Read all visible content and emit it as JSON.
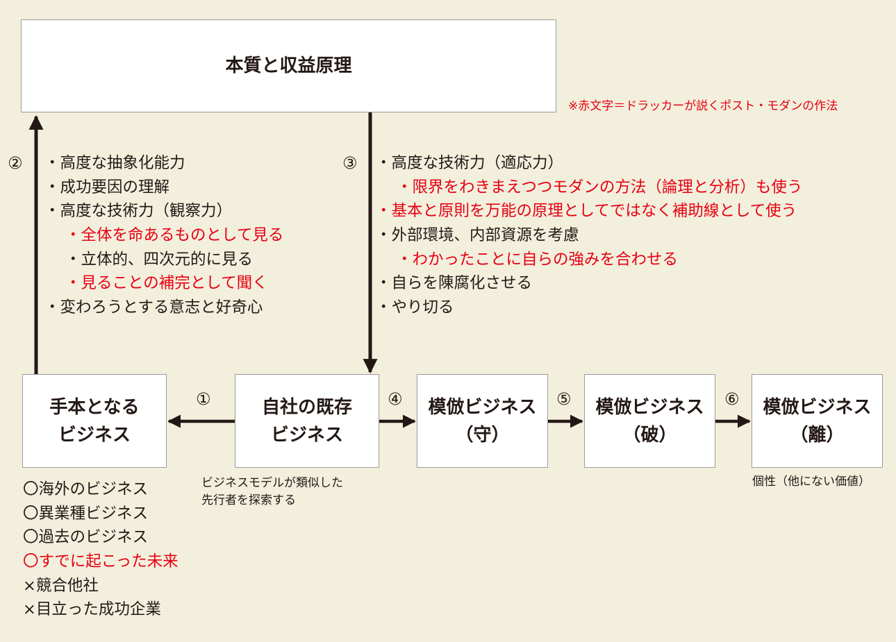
{
  "colors": {
    "background": "#f3efdd",
    "accent_red": "#e60012",
    "text": "#231815"
  },
  "top_box": {
    "title": "本質と収益原理"
  },
  "legend_note": "※赤文字＝ドラッカーが説くポスト・モダンの作法",
  "labels": {
    "n1": "①",
    "n2": "②",
    "n3": "③",
    "n4": "④",
    "n5": "⑤",
    "n6": "⑥"
  },
  "left_list": [
    {
      "text": "・高度な抽象化能力",
      "red": false,
      "indent": false
    },
    {
      "text": "・成功要因の理解",
      "red": false,
      "indent": false
    },
    {
      "text": "・高度な技術力（観察力）",
      "red": false,
      "indent": false
    },
    {
      "text": "・全体を命あるものとして見る",
      "red": true,
      "indent": true
    },
    {
      "text": "・立体的、四次元的に見る",
      "red": false,
      "indent": true
    },
    {
      "text": "・見ることの補完として聞く",
      "red": true,
      "indent": true
    },
    {
      "text": "・変わろうとする意志と好奇心",
      "red": false,
      "indent": false
    }
  ],
  "right_list": [
    {
      "text": "・高度な技術力（適応力）",
      "red": false,
      "indent": false
    },
    {
      "text": "・限界をわきまえつつモダンの方法（論理と分析）も使う",
      "red": true,
      "indent": true
    },
    {
      "text": "・基本と原則を万能の原理としてではなく補助線として使う",
      "red": true,
      "indent": false
    },
    {
      "text": "・外部環境、内部資源を考慮",
      "red": false,
      "indent": false
    },
    {
      "text": "・わかったことに自らの強みを合わせる",
      "red": true,
      "indent": true
    },
    {
      "text": "・自らを陳腐化させる",
      "red": false,
      "indent": false
    },
    {
      "text": "・やり切る",
      "red": false,
      "indent": false
    }
  ],
  "bottom_boxes": {
    "model": {
      "line1": "手本となる",
      "line2": "ビジネス"
    },
    "existing": {
      "line1": "自社の既存",
      "line2": "ビジネス"
    },
    "imitate_shu": {
      "line1": "模倣ビジネス",
      "line2": "（守）"
    },
    "imitate_ha": {
      "line1": "模倣ビジネス",
      "line2": "（破）"
    },
    "imitate_ri": {
      "line1": "模倣ビジネス",
      "line2": "（離）"
    }
  },
  "existing_note": {
    "line1": "ビジネスモデルが類似した",
    "line2": "先行者を探索する"
  },
  "ri_note": "個性（他にない価値）",
  "source_list": [
    {
      "text": "〇海外のビジネス",
      "red": false
    },
    {
      "text": "〇異業種ビジネス",
      "red": false
    },
    {
      "text": "〇過去のビジネス",
      "red": false
    },
    {
      "text": "〇すでに起こった未来",
      "red": true
    },
    {
      "text": "×競合他社",
      "red": false
    },
    {
      "text": "×目立った成功企業",
      "red": false
    }
  ]
}
